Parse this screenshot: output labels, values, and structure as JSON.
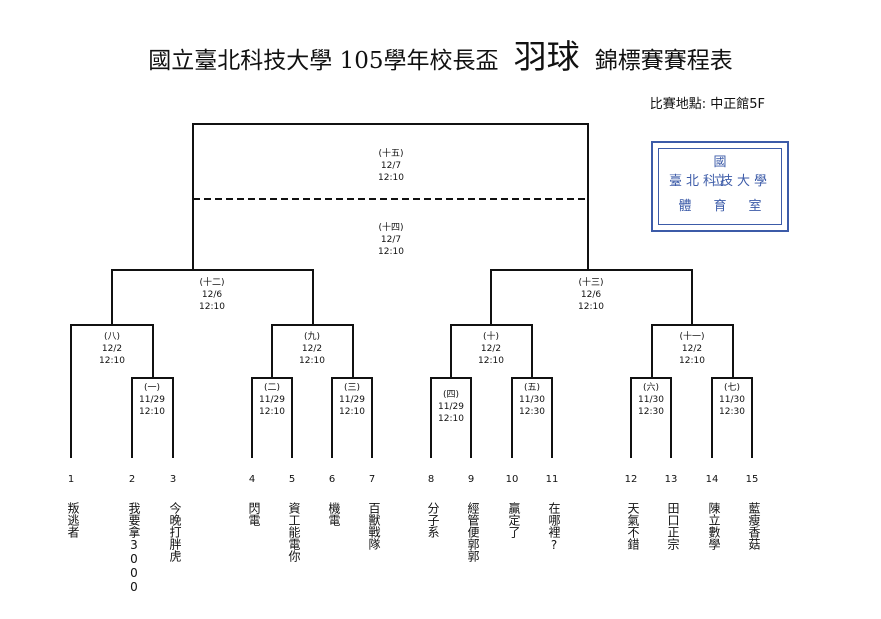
{
  "header": {
    "title_main": "國立臺北科技大學   105學年校長盃",
    "title_sport": "羽球",
    "title_sub": "錦標賽賽程表",
    "venue": "比賽地點: 中正館5F"
  },
  "stamp": {
    "row1": "國立",
    "row2": "臺北科技大學",
    "row3": "體育室"
  },
  "matches": [
    {
      "id": "m1",
      "no": "(一)",
      "date": "11/29",
      "time": "12:10"
    },
    {
      "id": "m2",
      "no": "(二)",
      "date": "11/29",
      "time": "12:10"
    },
    {
      "id": "m3",
      "no": "(三)",
      "date": "11/29",
      "time": "12:10"
    },
    {
      "id": "m4",
      "no": "(四)",
      "date": "11/29",
      "time": "12:10"
    },
    {
      "id": "m5",
      "no": "(五)",
      "date": "11/30",
      "time": "12:30"
    },
    {
      "id": "m6",
      "no": "(六)",
      "date": "11/30",
      "time": "12:30"
    },
    {
      "id": "m7",
      "no": "(七)",
      "date": "11/30",
      "time": "12:30"
    },
    {
      "id": "m8",
      "no": "(八)",
      "date": "12/2",
      "time": "12:10"
    },
    {
      "id": "m9",
      "no": "(九)",
      "date": "12/2",
      "time": "12:10"
    },
    {
      "id": "m10",
      "no": "(十)",
      "date": "12/2",
      "time": "12:10"
    },
    {
      "id": "m11",
      "no": "(十一)",
      "date": "12/2",
      "time": "12:10"
    },
    {
      "id": "m12",
      "no": "(十二)",
      "date": "12/6",
      "time": "12:10"
    },
    {
      "id": "m13",
      "no": "(十三)",
      "date": "12/6",
      "time": "12:10"
    },
    {
      "id": "m14",
      "no": "(十四)",
      "date": "12/7",
      "time": "12:10"
    },
    {
      "id": "m15",
      "no": "(十五)",
      "date": "12/7",
      "time": "12:10"
    }
  ],
  "teams": [
    {
      "seed": "1",
      "name": "叛逃者"
    },
    {
      "seed": "2",
      "name": "我要拿3000"
    },
    {
      "seed": "3",
      "name": "今晚打胖虎"
    },
    {
      "seed": "4",
      "name": "閃電"
    },
    {
      "seed": "5",
      "name": "資工能電你"
    },
    {
      "seed": "6",
      "name": "機電"
    },
    {
      "seed": "7",
      "name": "百獸戰隊"
    },
    {
      "seed": "8",
      "name": "分子系"
    },
    {
      "seed": "9",
      "name": "經管便郭郭"
    },
    {
      "seed": "10",
      "name": "贏定了"
    },
    {
      "seed": "11",
      "name": "在哪裡?"
    },
    {
      "seed": "12",
      "name": "天氣不錯"
    },
    {
      "seed": "13",
      "name": "田口正宗"
    },
    {
      "seed": "14",
      "name": "陳立數學"
    },
    {
      "seed": "15",
      "name": "藍瘦香菇"
    }
  ]
}
